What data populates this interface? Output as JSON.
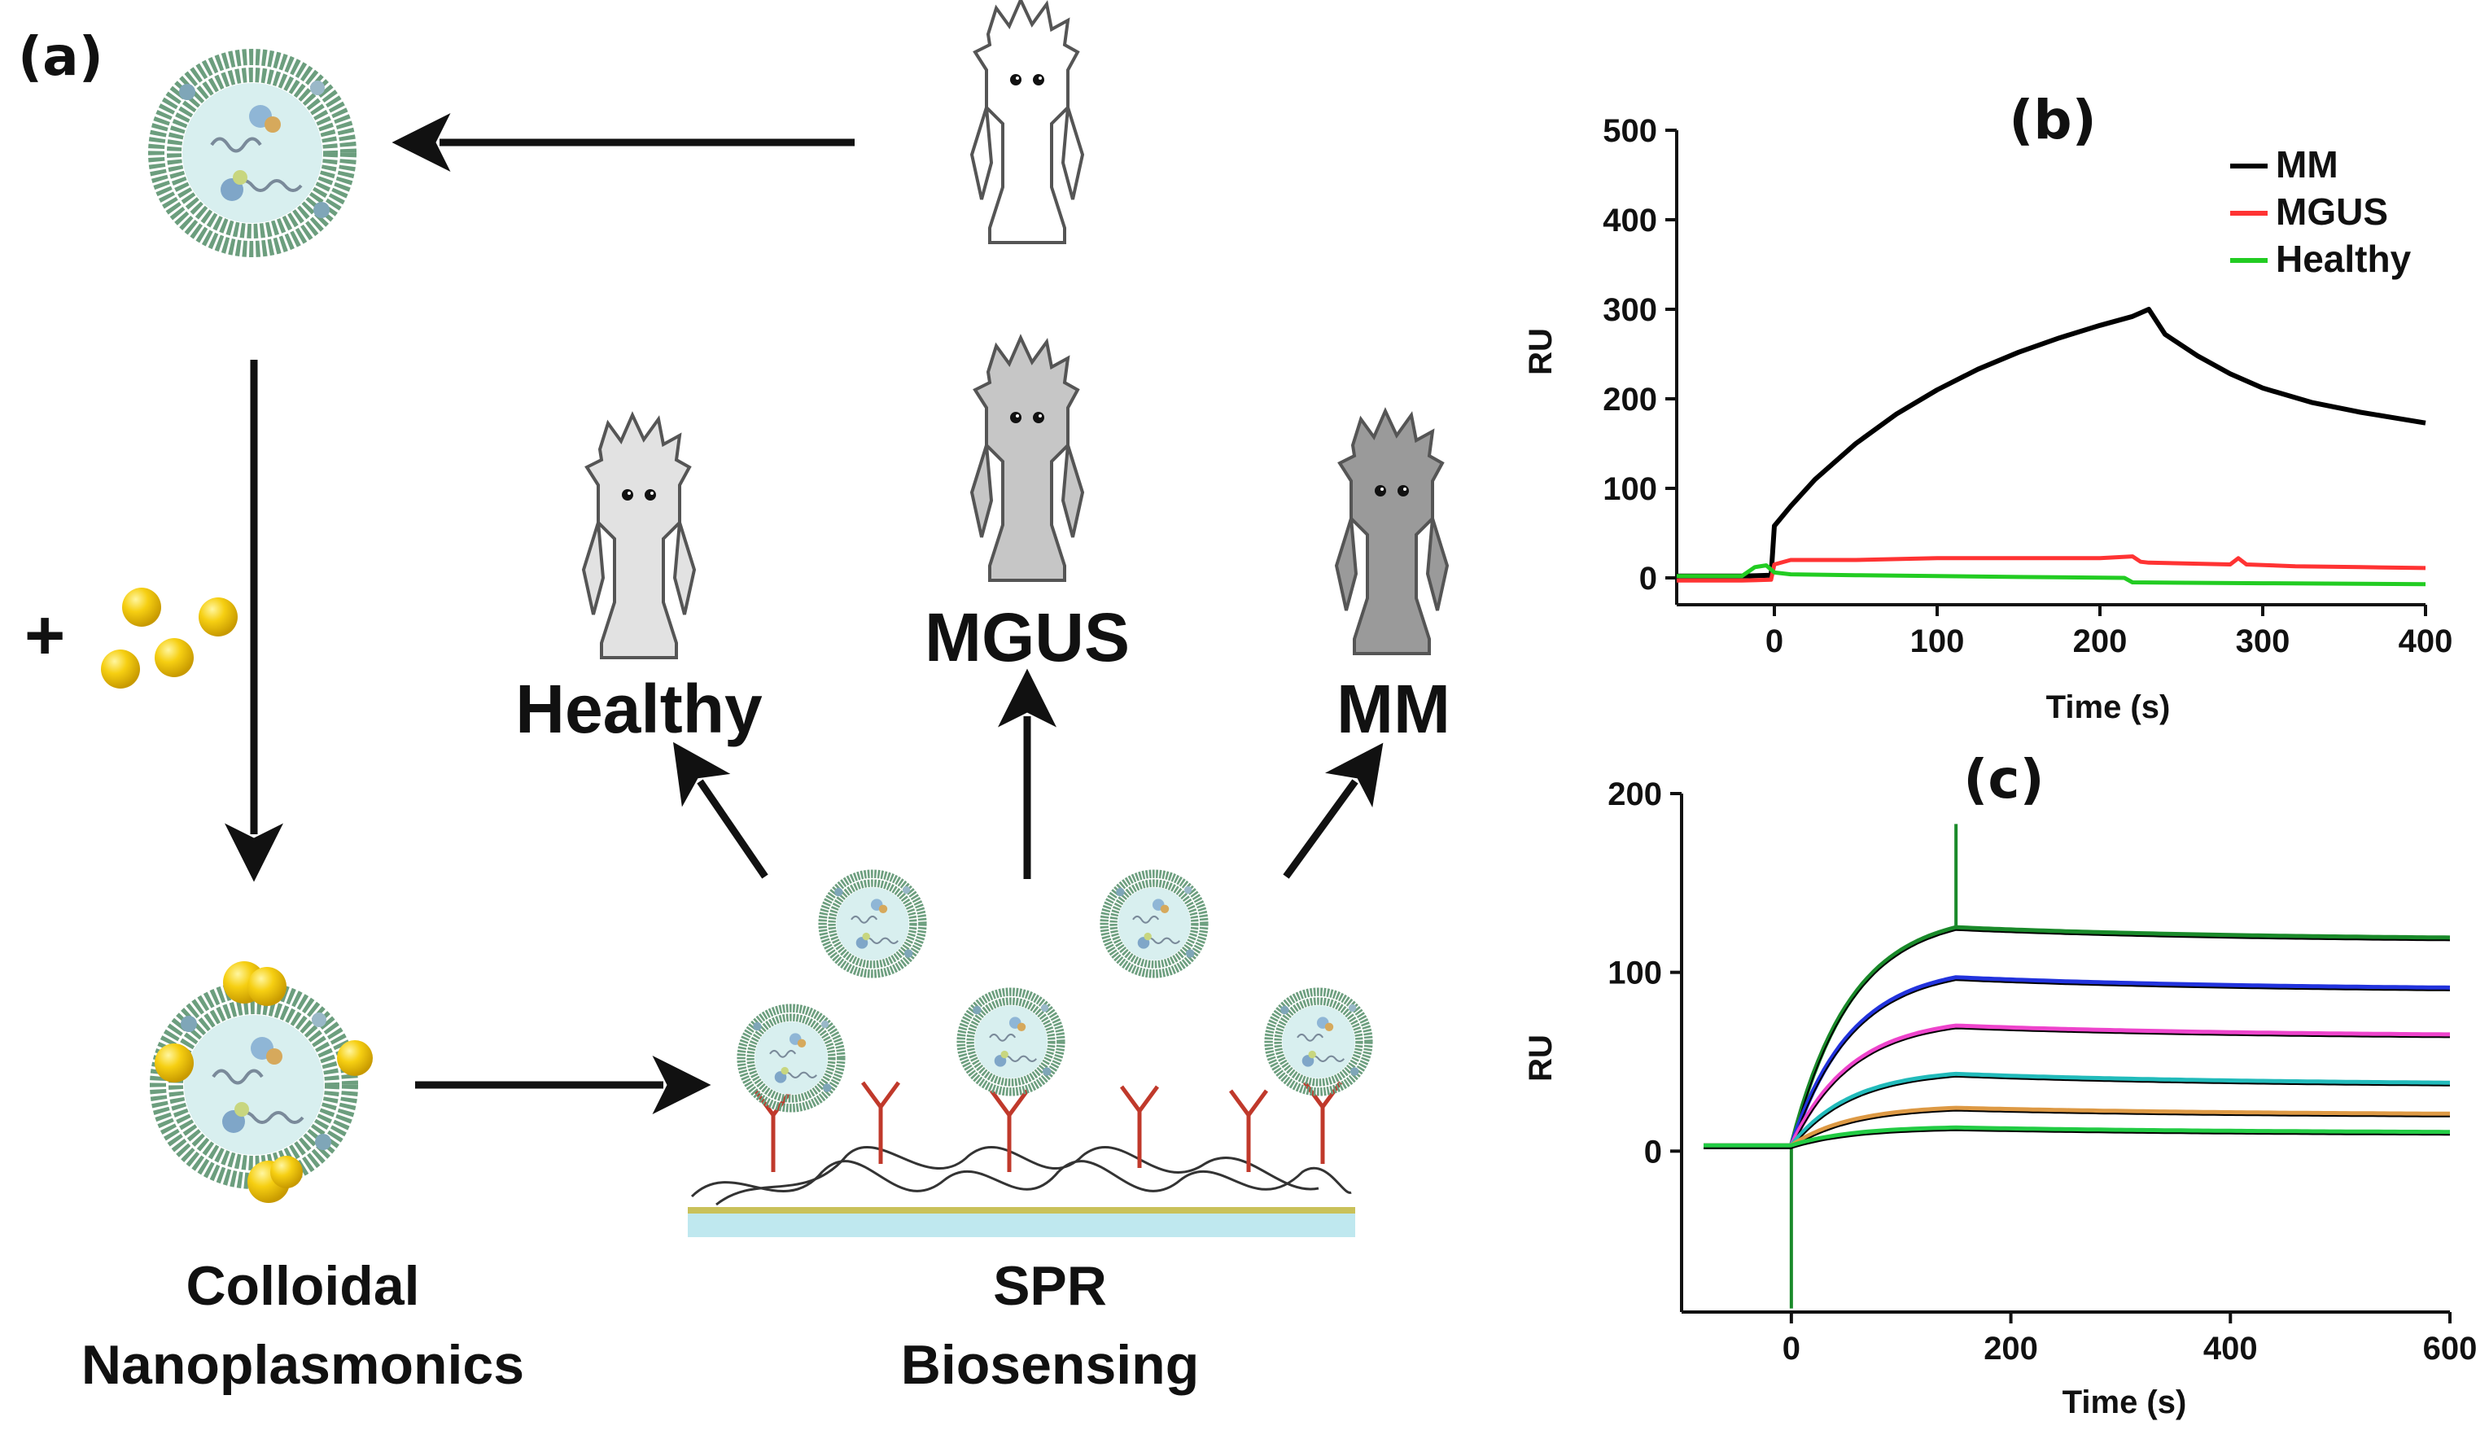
{
  "panel_a": {
    "panel_label": "(a)",
    "plus_sign": "+",
    "outcome_labels": {
      "healthy": "Healthy",
      "mgus": "MGUS",
      "mm": "MM"
    },
    "method_labels": {
      "colloidal_line1": "Colloidal",
      "colloidal_line2": "Nanoplasmonics",
      "spr_line1": "SPR",
      "spr_line2": "Biosensing"
    },
    "figure_shades": {
      "donor": "#ffffff",
      "healthy": "#e2e2e2",
      "mgus": "#c6c6c6",
      "mm": "#9a9a9a"
    },
    "icons": [
      "exosome-icon",
      "gold-nanoparticle-icon",
      "person-icon",
      "antibody-icon",
      "sensor-chip-icon"
    ]
  },
  "chart_data": [
    {
      "type": "line",
      "panel_label": "(b)",
      "xlabel": "Time (s)",
      "ylabel": "RU",
      "xlim": [
        -60,
        400
      ],
      "ylim": [
        -30,
        500
      ],
      "xticks": [
        0,
        100,
        200,
        300,
        400
      ],
      "yticks": [
        0,
        100,
        200,
        300,
        400,
        500
      ],
      "legend_position": "top-right",
      "series": [
        {
          "name": "MM",
          "color": "#000000",
          "x": [
            -60,
            -20,
            -2,
            0,
            10,
            25,
            50,
            75,
            100,
            125,
            150,
            175,
            200,
            220,
            230,
            240,
            260,
            280,
            300,
            330,
            360,
            400
          ],
          "y": [
            2,
            2,
            3,
            58,
            80,
            110,
            150,
            183,
            210,
            233,
            252,
            268,
            282,
            292,
            300,
            272,
            248,
            228,
            212,
            196,
            185,
            173
          ]
        },
        {
          "name": "MGUS",
          "color": "#ff3333",
          "x": [
            -60,
            -20,
            -2,
            0,
            10,
            50,
            100,
            150,
            200,
            220,
            225,
            230,
            280,
            285,
            290,
            320,
            360,
            400
          ],
          "y": [
            -3,
            -3,
            -2,
            15,
            20,
            20,
            22,
            22,
            22,
            24,
            18,
            17,
            15,
            22,
            15,
            13,
            12,
            11
          ]
        },
        {
          "name": "Healthy",
          "color": "#22cc22",
          "x": [
            -60,
            -20,
            -12,
            -5,
            0,
            10,
            50,
            100,
            150,
            215,
            220,
            300,
            400
          ],
          "y": [
            2,
            2,
            12,
            14,
            6,
            4,
            3,
            2,
            1,
            0,
            -5,
            -6,
            -7
          ]
        }
      ]
    },
    {
      "type": "line",
      "panel_label": "(c)",
      "xlabel": "Time (s)",
      "ylabel": "RU",
      "xlim": [
        -100,
        600
      ],
      "ylim": [
        -90,
        200
      ],
      "xticks": [
        0,
        200,
        400,
        600
      ],
      "yticks": [
        0,
        100,
        200
      ],
      "association_end_s": 150,
      "injection_spike_s": 0,
      "series": [
        {
          "name": "",
          "color": "#1a8a2a",
          "plateau": 125,
          "final": 118
        },
        {
          "name": "",
          "color": "#2233dd",
          "plateau": 97,
          "final": 90
        },
        {
          "name": "",
          "color": "#ee44cc",
          "plateau": 70,
          "final": 64
        },
        {
          "name": "",
          "color": "#22bbbb",
          "plateau": 43,
          "final": 37
        },
        {
          "name": "",
          "color": "#dd9944",
          "plateau": 24,
          "final": 20
        },
        {
          "name": "",
          "color": "#22cc44",
          "plateau": 13,
          "final": 10
        }
      ],
      "fit_color": "#000000"
    }
  ]
}
